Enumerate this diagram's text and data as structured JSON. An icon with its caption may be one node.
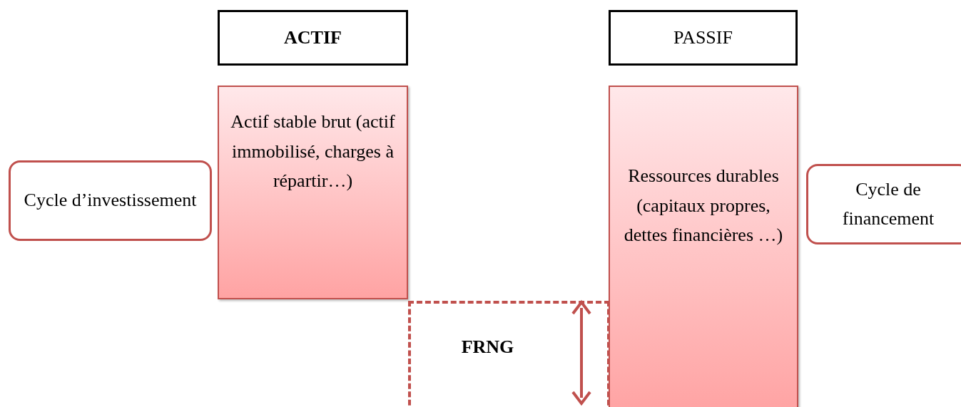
{
  "diagram": {
    "nodes": [
      {
        "text": [
          "ACTIF"
        ]
      },
      {
        "text": [
          "PASSIF"
        ]
      },
      {
        "text": [
          "Cycle d’investissement"
        ]
      },
      {
        "text": [
          "Actif stable brut (actif immobilisé, charges à répartir…)"
        ]
      },
      {
        "text": [
          "Ressources durables (capitaux propres, dettes financières …)"
        ]
      },
      {
        "text": [
          "Cycle de financement"
        ]
      },
      {
        "text": [
          "FRNG"
        ]
      }
    ],
    "edges": []
  }
}
